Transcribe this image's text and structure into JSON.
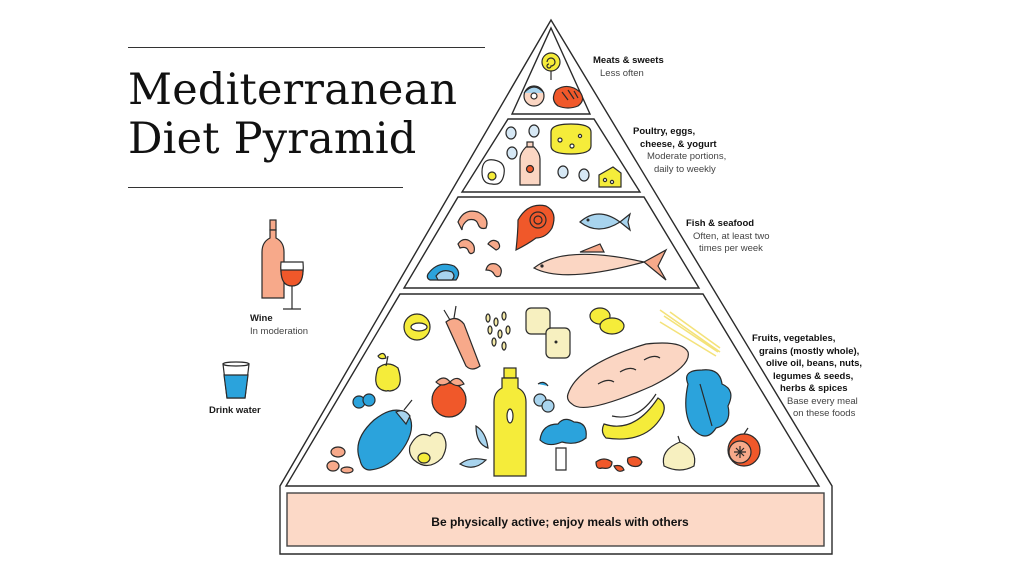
{
  "title": {
    "line1": "Mediterranean",
    "line2": "Diet Pyramid"
  },
  "tiers": [
    {
      "id": "meats-sweets",
      "heading": "Meats & sweets",
      "subtext": "Less often",
      "foods": [
        "lollipop",
        "donut",
        "steak"
      ]
    },
    {
      "id": "poultry-dairy",
      "heading_lines": [
        "Poultry, eggs,",
        "cheese, & yogurt"
      ],
      "subtext_lines": [
        "Moderate portions,",
        "daily to weekly"
      ],
      "foods": [
        "eggs",
        "fried egg",
        "strawberry milk bottle",
        "cheese wheel",
        "cheese wedge"
      ]
    },
    {
      "id": "fish-seafood",
      "heading": "Fish & seafood",
      "subtext_lines": [
        "Often, at least two",
        "times per week"
      ],
      "foods": [
        "shrimp",
        "salmon steak",
        "blue fish",
        "clam",
        "large fish"
      ]
    },
    {
      "id": "plants",
      "heading_lines": [
        "Fruits, vegetables,",
        "grains (mostly whole),",
        "olive oil, beans, nuts,",
        "legumes & seeds,",
        "herbs & spices"
      ],
      "subtext_lines": [
        "Base every meal",
        "on these foods"
      ],
      "foods": [
        "onion",
        "carrot",
        "grains",
        "bread slices",
        "potatoes",
        "pasta",
        "apple",
        "orange",
        "olive oil bottle",
        "olives",
        "baguette",
        "lettuce",
        "blueberries",
        "eggplant",
        "avocado",
        "herb leaves",
        "broccoli",
        "beans",
        "banana",
        "garlic",
        "grapefruit",
        "almonds"
      ]
    }
  ],
  "sidebar": {
    "wine": {
      "heading": "Wine",
      "subtext": "In moderation"
    },
    "water": {
      "heading": "Drink water"
    }
  },
  "footer": {
    "text": "Be physically active; enjoy meals with others"
  },
  "colors": {
    "outline": "#2a2a2a",
    "footer_fill": "#fcd9c7",
    "yellow": "#f5ec3a",
    "salmon": "#f7a98a",
    "red_orange": "#f0582a",
    "blue": "#2ba3dc",
    "light_blue": "#a8d4ee",
    "cream": "#f7f0c0",
    "pale_yellow": "#f4eaa8"
  }
}
